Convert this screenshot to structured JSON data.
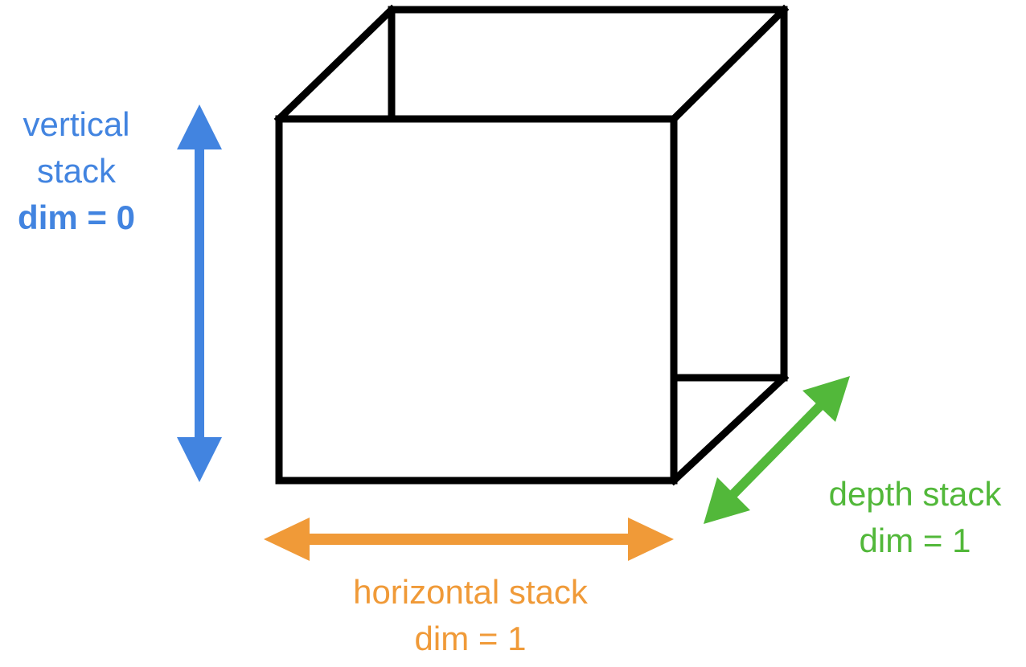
{
  "colors": {
    "cube": "#000000",
    "vertical": "#4284e0",
    "horizontal": "#f09a38",
    "depth": "#52b83a",
    "background": "#ffffff"
  },
  "labels": {
    "vertical": {
      "line1": "vertical",
      "line2": "stack",
      "line3": "dim = 0"
    },
    "horizontal": {
      "line1": "horizontal stack",
      "line2": "dim = 1"
    },
    "depth": {
      "line1": "depth stack",
      "line2": "dim = 1"
    }
  },
  "icons": {
    "cube": "cube-outline-icon",
    "vertical_arrow": "double-headed-vertical-arrow",
    "horizontal_arrow": "double-headed-horizontal-arrow",
    "depth_arrow": "double-headed-diagonal-arrow"
  }
}
